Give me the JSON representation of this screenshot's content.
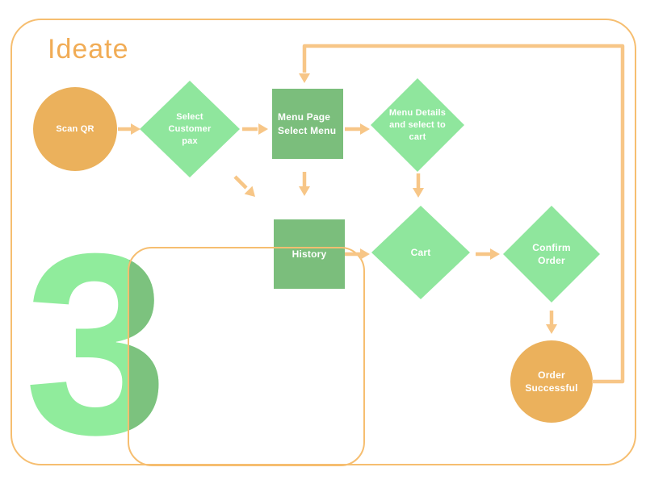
{
  "title": "Ideate",
  "background_number": "3",
  "colors": {
    "orange_fill": "#EBB15C",
    "orange_arrow": "#F7C687",
    "frame_border": "#F6BE70",
    "title_orange": "#F1AC55",
    "green_dark": "#7BBE7C",
    "green_light": "#8FE69D",
    "three_light": "#90EC9C",
    "three_dark": "#7CC27E",
    "label_text": "#FFFFFF"
  },
  "nodes": {
    "scan_qr": {
      "label": "Scan QR"
    },
    "select_customer_pax": {
      "lines": [
        "Select",
        "Customer",
        "pax"
      ]
    },
    "menu_page": {
      "lines": [
        "Menu Page",
        "Select Menu"
      ]
    },
    "menu_details": {
      "lines": [
        "Menu Details",
        "and select to",
        "cart"
      ]
    },
    "history": {
      "label": "History"
    },
    "cart": {
      "label": "Cart"
    },
    "confirm_order": {
      "lines": [
        "Confirm",
        "Order"
      ]
    },
    "order_successful": {
      "lines": [
        "Order",
        "Successful"
      ]
    }
  },
  "flow": {
    "edges": [
      "Scan QR -> Select Customer pax",
      "Select Customer pax -> Menu Page Select Menu",
      "Menu Page Select Menu -> Menu Details and select to cart",
      "Menu Page Select Menu -> History",
      "Select Customer pax -> History (diagonal)",
      "Menu Details and select to cart -> Cart",
      "History -> Cart",
      "Cart -> Confirm Order",
      "Confirm Order -> Order Successful",
      "Order Successful -> Menu Page Select Menu (feedback loop)"
    ]
  }
}
